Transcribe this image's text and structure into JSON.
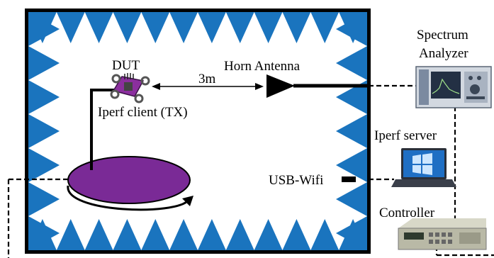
{
  "labels": {
    "dut": "DUT",
    "iperf_client": "Iperf client (TX)",
    "distance": "3m",
    "horn_antenna": "Horn Antenna",
    "spectrum_analyzer_line1": "Spectrum",
    "spectrum_analyzer_line2": "Analyzer",
    "iperf_server": "Iperf server",
    "usb_wifi": "USB-Wifi",
    "controller": "Controller"
  },
  "colors": {
    "absorber": "#1a74be",
    "turntable": "#7a2a96",
    "chamber_wall": "#000000"
  },
  "icons": [
    "drone-icon",
    "horn-antenna-icon",
    "spectrum-analyzer-icon",
    "laptop-icon",
    "controller-icon",
    "usb-wifi-icon"
  ]
}
